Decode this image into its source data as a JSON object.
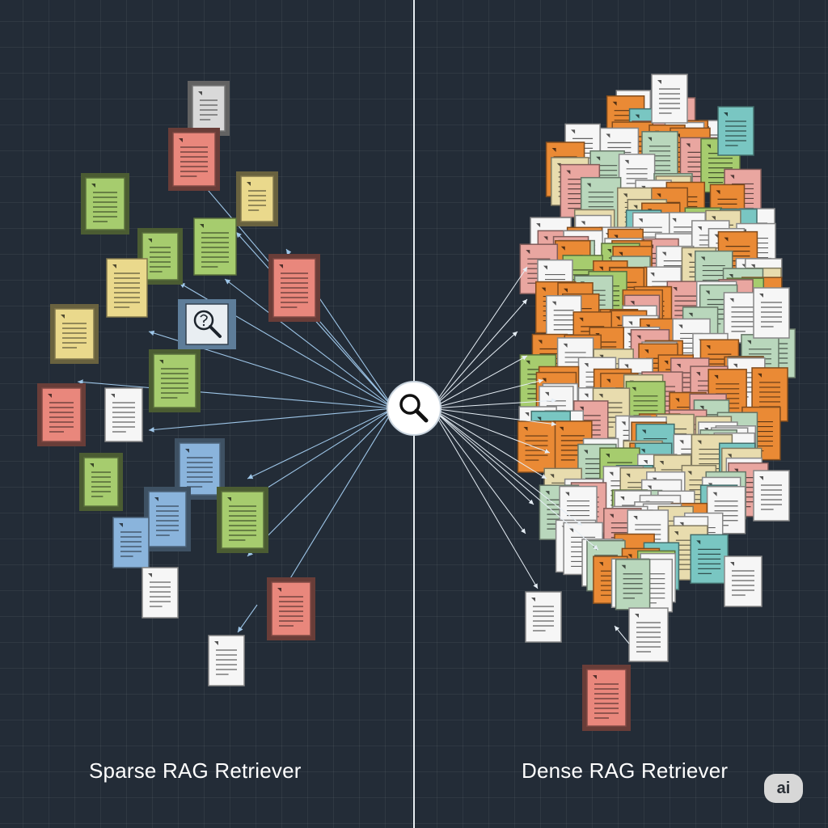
{
  "left_panel": {
    "label": "Sparse RAG Retriever"
  },
  "right_panel": {
    "label": "Dense RAG Retriever"
  },
  "badge": {
    "text": "ai"
  },
  "icons": {
    "center_query": "magnifier-icon",
    "query_doc": "question-magnifier-icon"
  },
  "colors": {
    "background": "#232c37",
    "divider": "#e8eef2",
    "arrow": "#9ec6e8",
    "doc_red": "#e9877c",
    "doc_green": "#a6cc6e",
    "doc_yellow": "#ead98c",
    "doc_blue": "#8ab4dc",
    "doc_gray": "#d9d9d9",
    "doc_white": "#f6f6f6",
    "doc_orange": "#ea8a35",
    "doc_teal": "#79c6c2",
    "doc_mint": "#b9d7bc",
    "doc_pink": "#e9a6a0",
    "doc_cream": "#e8dcae"
  }
}
